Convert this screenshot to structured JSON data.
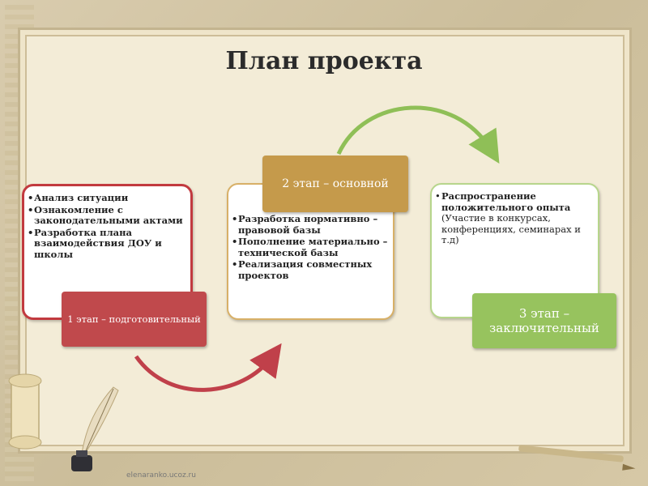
{
  "title": "План проекта",
  "stage1": {
    "label": "1 этап – подготовительный",
    "items": [
      "Анализ ситуации",
      "Ознакомление с законодательными актами",
      "Разработка плана взаимодействия ДОУ и школы"
    ]
  },
  "stage2": {
    "label": "2 этап – основной",
    "items": [
      "Разработка нормативно – правовой базы",
      "Пополнение материально – технической базы",
      "Реализация совместных проектов"
    ]
  },
  "stage3": {
    "label": "3 этап – заключительный",
    "item_main": "Распространение положительного опыта",
    "item_note": "(Участие в конкурсах, конференциях, семинарах и т.д)"
  },
  "footer": "elenaranko.ucoz.ru",
  "colors": {
    "stage1": "#c0494c",
    "stage2": "#c59a4b",
    "stage3": "#97c35e",
    "arrow_red": "#c0404a",
    "arrow_green": "#8fbf57"
  },
  "icons": [
    "scroll-icon",
    "quill-pen-icon",
    "inkwell-icon",
    "pen-icon"
  ]
}
